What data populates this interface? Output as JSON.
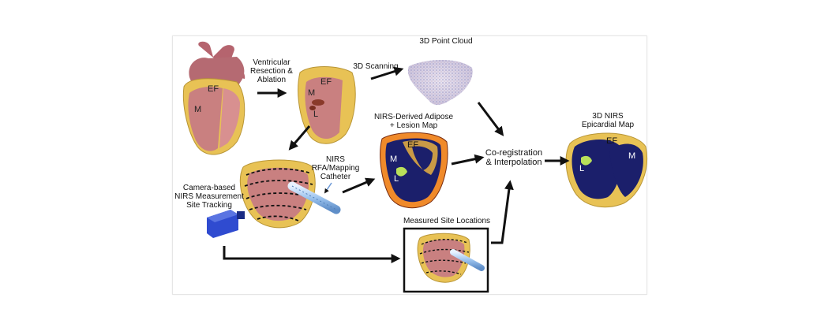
{
  "labels": {
    "point_cloud_title": "3D Point Cloud",
    "resection": "Ventricular\nResection &\nAblation",
    "scanning": "3D Scanning",
    "nirs_map": "NIRS-Derived Adipose\n+ Lesion Map",
    "catheter": "NIRS\nRFA/Mapping\nCatheter",
    "camera": "Camera-based\nNIRS Measurement\nSite Tracking",
    "coregistration": "Co-registration\n& Interpolation",
    "epicardial_map": "3D NIRS\nEpicardial Map",
    "measured_sites": "Measured Site Locations"
  },
  "tissue_tags": {
    "heart_ef": "EF",
    "heart_m": "M",
    "resected_ef": "EF",
    "resected_m": "M",
    "resected_l": "L",
    "map_ef": "EF",
    "map_m": "M",
    "map_l": "L",
    "epi_ef": "EF",
    "epi_m": "M",
    "epi_l": "L"
  },
  "colors": {
    "fat_yellow": "#e8c255",
    "myocardium": "#c98080",
    "map_navy": "#1b1f6b",
    "map_orange": "#f08a2a",
    "camera_blue": "#2f4bd0",
    "arrow": "#111111"
  }
}
